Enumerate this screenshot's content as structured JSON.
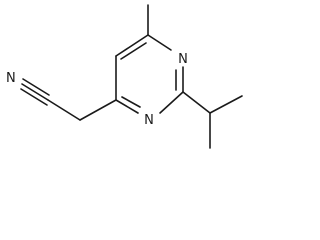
{
  "molecule": {
    "atoms": {
      "nitrile_n": "N",
      "ring_n_top": "N",
      "ring_n_bottom": "N"
    }
  },
  "colors": {
    "ink": "#1a1a1a",
    "background": "#ffffff"
  }
}
